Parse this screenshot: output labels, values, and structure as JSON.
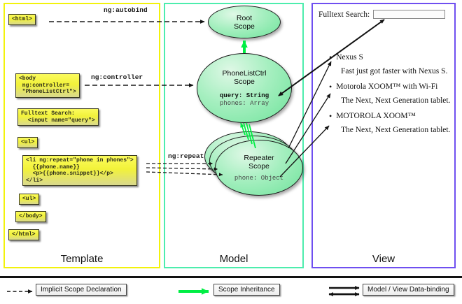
{
  "panels": [
    {
      "key": "template",
      "label": "Template",
      "border_color": "#f2f20c"
    },
    {
      "key": "model",
      "label": "Model",
      "border_color": "#4dedad"
    },
    {
      "key": "view",
      "label": "View",
      "border_color": "#6f4ff0"
    }
  ],
  "template": {
    "boxes": [
      {
        "id": "html",
        "text": "<html>"
      },
      {
        "id": "body",
        "text": "<body\n ng:controller=\n \"PhoneListCtrl\">"
      },
      {
        "id": "search",
        "text": "Fulltext Search:\n  <input name=\"query\">"
      },
      {
        "id": "ul1",
        "text": "<ul>"
      },
      {
        "id": "li",
        "text": "<li ng:repeat=\"phone in phones\">\n  {{phone.name}}\n  <p>{{phone.snippet}}</p>\n</li>"
      },
      {
        "id": "ul2",
        "text": "<ul>"
      },
      {
        "id": "closebody",
        "text": "</body>"
      },
      {
        "id": "closehtml",
        "text": "</html>"
      }
    ]
  },
  "connector_labels": {
    "autobind": "ng:autobind",
    "controller": "ng:controller",
    "repeat": "ng:repeat"
  },
  "model": {
    "scopes": [
      {
        "id": "root",
        "title_line1": "Root",
        "title_line2": "Scope",
        "props": []
      },
      {
        "id": "phonelistctrl",
        "title_line1": "PhoneListCtrl",
        "title_line2": "Scope",
        "props": [
          {
            "text": "query: String",
            "bold": true
          },
          {
            "text": "phones: Array",
            "bold": false
          }
        ]
      },
      {
        "id": "repeater",
        "title_line1": "Repeater",
        "title_line2": "Scope",
        "props": [
          {
            "text": "phone: Object",
            "bold": false
          }
        ]
      }
    ]
  },
  "view": {
    "search_label": "Fulltext Search:",
    "search_value": "",
    "search_placeholder": "",
    "phones": [
      {
        "name": "Nexus S",
        "snippet": "Fast just got faster with Nexus S."
      },
      {
        "name": "Motorola XOOM™  with Wi-Fi",
        "snippet": "The Next, Next Generation tablet."
      },
      {
        "name": "MOTOROLA XOOM™",
        "snippet": "The Next, Next Generation tablet."
      }
    ]
  },
  "legend": {
    "items": [
      {
        "id": "implicit",
        "label": "Implicit Scope Declaration",
        "style": "dashed-black-arrow"
      },
      {
        "id": "inheritance",
        "label": "Scope Inheritance",
        "style": "solid-green-arrow"
      },
      {
        "id": "databinding",
        "label": "Model / View Data-binding",
        "style": "double-black-arrow"
      }
    ]
  },
  "colors": {
    "template_border": "#f2f20c",
    "model_border": "#4dedad",
    "view_border": "#6f4ff0",
    "code_box_fill": "#f2f23a",
    "scope_fill": "#6fe39b",
    "inheritance_arrow": "#00ee44",
    "declaration_arrow": "#1a1a1a"
  }
}
